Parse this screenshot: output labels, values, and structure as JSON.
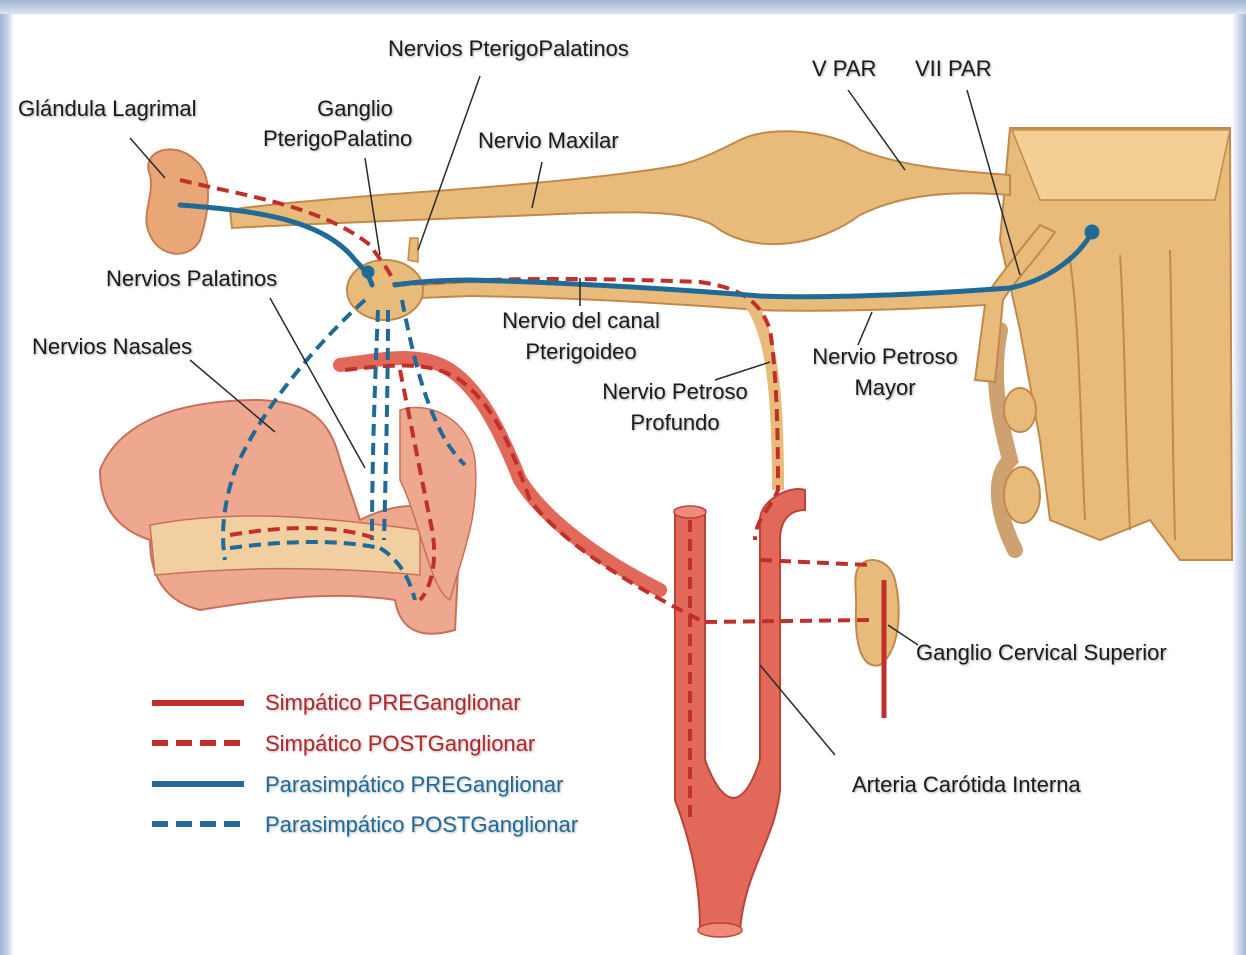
{
  "labels": {
    "glandula_lagrimal": "Glándula Lagrimal",
    "nervios_pterigopalatinos": "Nervios PterigoPalatinos",
    "ganglio_line1": "Ganglio",
    "ganglio_line2": "PterigoPalatino",
    "nervio_maxilar": "Nervio Maxilar",
    "v_par": "V PAR",
    "vii_par": "VII PAR",
    "nervios_palatinos": "Nervios Palatinos",
    "nervios_nasales": "Nervios Nasales",
    "canal_line1": "Nervio del canal",
    "canal_line2": "Pterigoideo",
    "petroso_mayor_line1": "Nervio Petroso",
    "petroso_mayor_line2": "Mayor",
    "petroso_profundo_line1": "Nervio Petroso",
    "petroso_profundo_line2": "Profundo",
    "ganglio_cervical": "Ganglio Cervical Superior",
    "arteria_carotida": "Arteria Carótida Interna"
  },
  "legend": [
    {
      "label": "Simpático PREGanglionar",
      "color": "#c0302a",
      "style": "solid"
    },
    {
      "label": "Simpático POSTGanglionar",
      "color": "#c0302a",
      "style": "dashed"
    },
    {
      "label": "Parasimpático PREGanglionar",
      "color": "#1f6a96",
      "style": "solid"
    },
    {
      "label": "Parasimpático POSTGanglionar",
      "color": "#1f6a96",
      "style": "dashed"
    }
  ],
  "colors": {
    "nerve": "#e9bb7a",
    "nerve_dark": "#c08a4c",
    "artery": "#e2695a",
    "artery_dark": "#b8453a",
    "sympathetic": "#c0302a",
    "parasympathetic": "#1f6a96",
    "gland": "#e9a677",
    "tissue": "#eea890"
  }
}
